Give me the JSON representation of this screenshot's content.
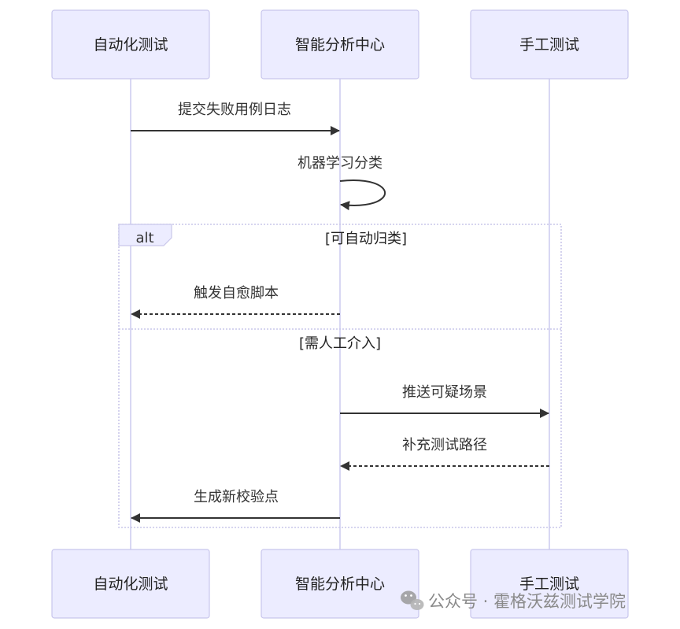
{
  "participants": [
    {
      "id": "auto",
      "label": "自动化测试"
    },
    {
      "id": "center",
      "label": "智能分析中心"
    },
    {
      "id": "manual",
      "label": "手工测试"
    }
  ],
  "messages": [
    {
      "label": "提交失败用例日志",
      "style": "solid"
    },
    {
      "label": "机器学习分类",
      "style": "solid"
    },
    {
      "label": "触发自愈脚本",
      "style": "dashed"
    },
    {
      "label": "推送可疑场景",
      "style": "solid"
    },
    {
      "label": "补充测试路径",
      "style": "dashed"
    },
    {
      "label": "生成新校验点",
      "style": "solid"
    }
  ],
  "alt_block": {
    "keyword": "alt",
    "conditions": [
      "[可自动归类]",
      "[需人工介入]"
    ]
  },
  "watermark": {
    "text": "公众号 · 霍格沃兹测试学院",
    "icon": "wechat-icon"
  },
  "colors": {
    "actor_fill": "#ECECFF",
    "actor_stroke": "#C8C6EC",
    "lifeline": "#CFCDF0",
    "arrow": "#333333"
  }
}
